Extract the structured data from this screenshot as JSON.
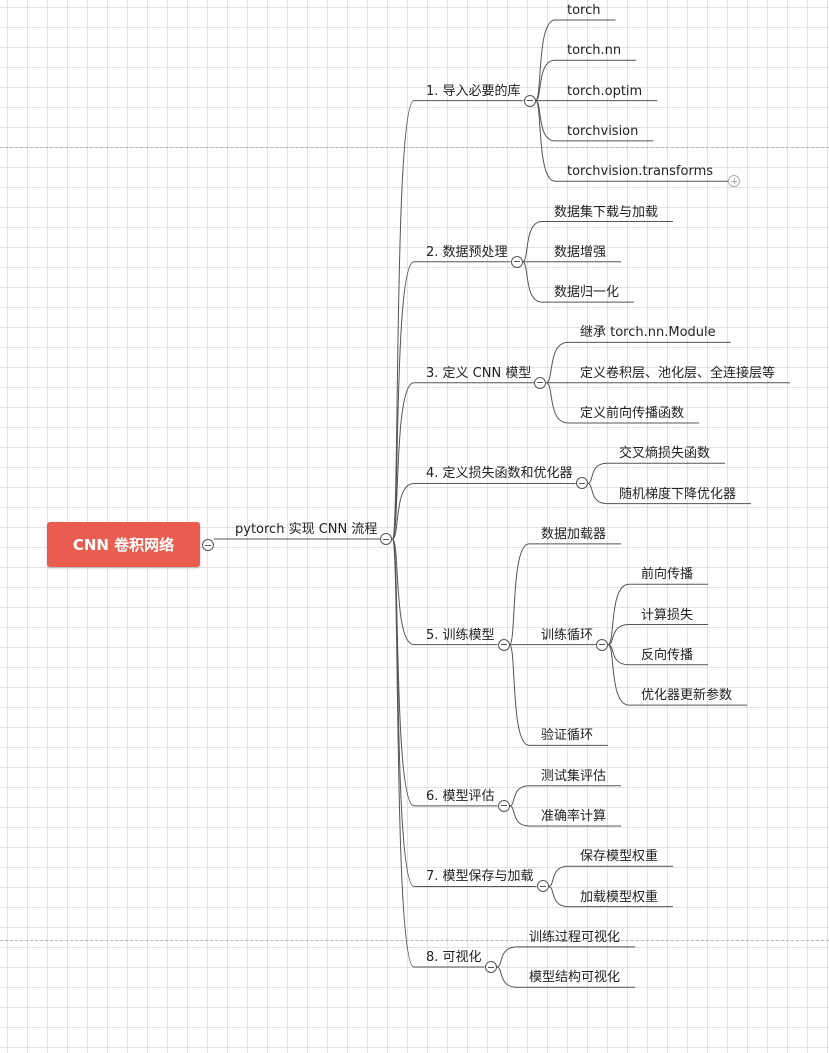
{
  "mindmap": {
    "root": {
      "label": "CNN 卷积网络",
      "color": "#e85d4f",
      "text_color": "#ffffff",
      "children": [
        {
          "label": "pytorch 实现 CNN 流程",
          "children": [
            {
              "label": "1. 导入必要的库",
              "children": [
                {
                  "label": "torch"
                },
                {
                  "label": "torch.nn"
                },
                {
                  "label": "torch.optim"
                },
                {
                  "label": "torchvision"
                },
                {
                  "label": "torchvision.transforms",
                  "collapsed": true
                }
              ]
            },
            {
              "label": "2. 数据预处理",
              "children": [
                {
                  "label": "数据集下载与加载"
                },
                {
                  "label": "数据增强"
                },
                {
                  "label": "数据归一化"
                }
              ]
            },
            {
              "label": "3. 定义 CNN 模型",
              "children": [
                {
                  "label": "继承 torch.nn.Module"
                },
                {
                  "label": "定义卷积层、池化层、全连接层等"
                },
                {
                  "label": "定义前向传播函数"
                }
              ]
            },
            {
              "label": "4. 定义损失函数和优化器",
              "children": [
                {
                  "label": "交叉熵损失函数"
                },
                {
                  "label": "随机梯度下降优化器"
                }
              ]
            },
            {
              "label": "5. 训练模型",
              "children": [
                {
                  "label": "数据加载器"
                },
                {
                  "label": "训练循环",
                  "children": [
                    {
                      "label": "前向传播"
                    },
                    {
                      "label": "计算损失"
                    },
                    {
                      "label": "反向传播"
                    },
                    {
                      "label": "优化器更新参数"
                    }
                  ]
                },
                {
                  "label": "验证循环"
                }
              ]
            },
            {
              "label": "6. 模型评估",
              "children": [
                {
                  "label": "测试集评估"
                },
                {
                  "label": "准确率计算"
                }
              ]
            },
            {
              "label": "7. 模型保存与加载",
              "children": [
                {
                  "label": "保存模型权重"
                },
                {
                  "label": "加载模型权重"
                }
              ]
            },
            {
              "label": "8. 可视化",
              "children": [
                {
                  "label": "训练过程可视化"
                },
                {
                  "label": "模型结构可视化"
                }
              ]
            }
          ]
        }
      ]
    },
    "icons": {
      "collapse_toggle": "minus-circle-icon",
      "expand_toggle": "plus-circle-icon"
    }
  }
}
